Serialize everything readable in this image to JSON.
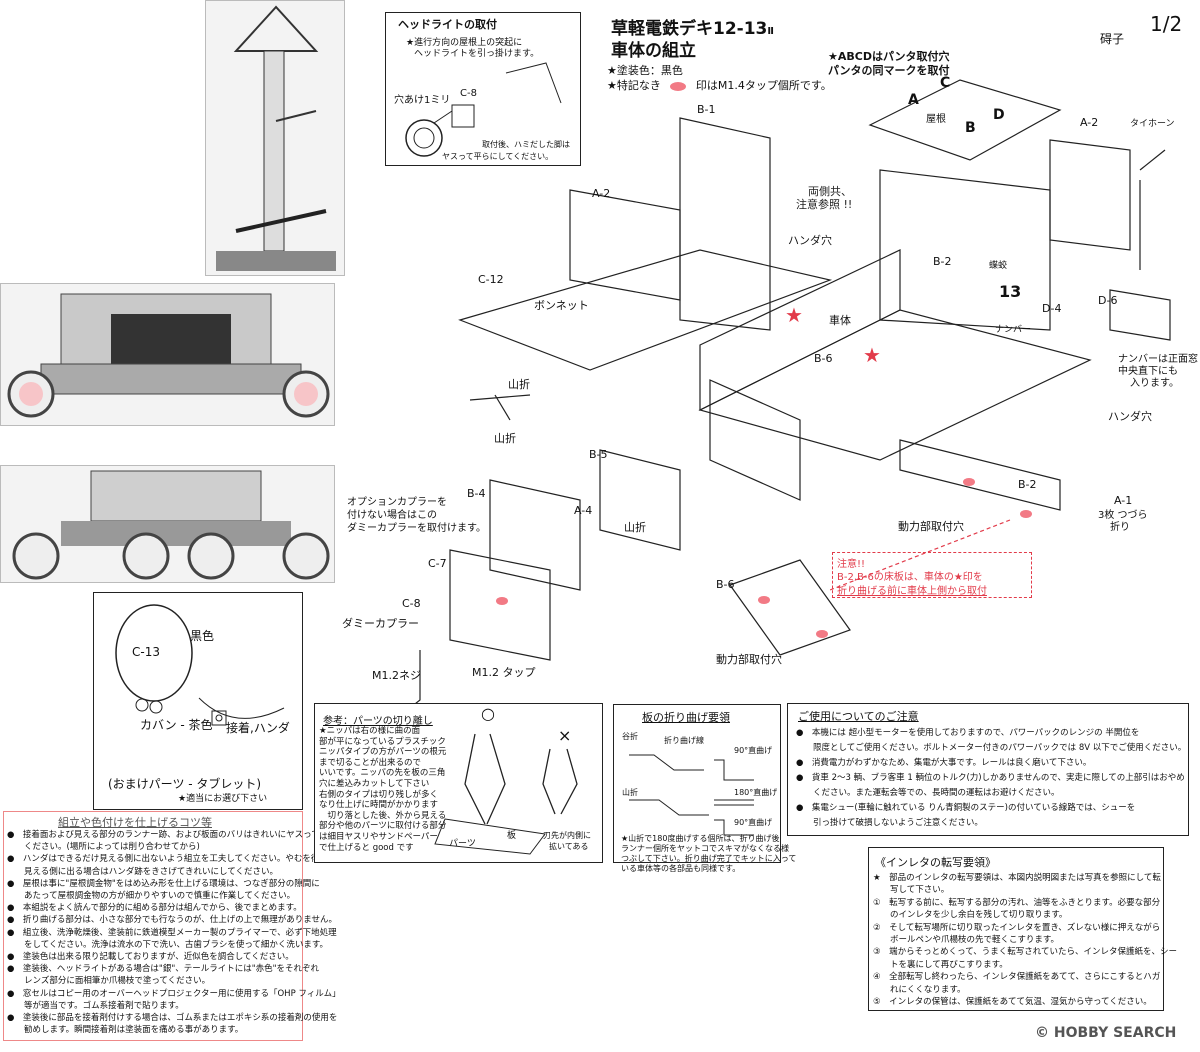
{
  "page": {
    "number": "1/2"
  },
  "title": {
    "line1": "草軽電鉄デキ12-13",
    "suffix": "Ⅱ",
    "line2": "車体の組立"
  },
  "legend": {
    "paint": "★塗装色：黒色",
    "tap_pre": "★特記なき",
    "tap_post": "印はM1.4タップ個所です。"
  },
  "pantograph_note": {
    "line1": "★ABCDはパンタ取付穴",
    "line2": "パンタの同マークを取付"
  },
  "headlight": {
    "title": "ヘッドライトの取付",
    "desc1": "★進行方向の屋根上の突起に",
    "desc2": "ヘッドライトを引っ掛けます。",
    "hole": "穴あけ1ミリ",
    "part": "C-8",
    "tip1": "取付後、ハミだした脚は",
    "tip2": "ヤスって平らにしてください。"
  },
  "labels": {
    "b1": "B-1",
    "a2_left": "A-2",
    "c12": "C-12",
    "bonnet": "ボンネット",
    "handa_hole": "ハンダ穴",
    "both_sides1": "両側共、",
    "both_sides2": "注意参照 !!",
    "body": "車体",
    "b6_top": "B-6",
    "b2_top": "B-2",
    "hinge": "蝶蛟",
    "number13": "13",
    "number_plate": "ナンバー",
    "d4": "D-4",
    "d6": "D-6",
    "insulator": "碍子",
    "a2_right": "A-2",
    "roof": "屋根",
    "whistle": "タイホーン",
    "a": "A",
    "b": "B",
    "c": "C",
    "d": "D",
    "mountain_fold1": "山折",
    "mountain_fold2": "山折",
    "mountain_fold3": "山折",
    "b5": "B-5",
    "b4": "B-4",
    "a4": "A-4",
    "c7": "C-7",
    "c8": "C-8",
    "handa_hole_r": "ハンダ穴",
    "b2_right": "B-2",
    "b6_bottom": "B-6",
    "motor_mount1": "動力部取付穴",
    "motor_mount2": "動力部取付穴",
    "a1_1": "A-1",
    "a1_2": "3枚 つづら",
    "a1_3": "折り",
    "dummy_coupler": "ダミーカプラー",
    "m12_screw": "M1.2ネジ",
    "m12_tap": "M1.2 タップ",
    "number_note1": "ナンバーは正面窓",
    "number_note2": "中央直下にも",
    "number_note3": "入ります。"
  },
  "option_coupler": {
    "line1": "オプションカプラーを",
    "line2": "付けない場合はこの",
    "line3": "ダミーカプラーを取付けます。"
  },
  "caution": {
    "line1": "注意!!",
    "line2": "B-2,B-6の床板は、車体の★印を",
    "line3": "折り曲げる前に車体上側から取付"
  },
  "bonus": {
    "part": "C-13",
    "black": "黒色",
    "brown": "カバン - 茶色",
    "glue": "接着,ハンダ",
    "title": "(おまけパーツ - タブレット)",
    "note": "★適当にお選び下さい"
  },
  "cutting": {
    "title": "参考：パーツの切り離し",
    "body": [
      "★ニッパは右の様に曲の面",
      "部が平になっているプラスチック",
      "ニッパタイプの方がパーツの根元",
      "まで切ることが出来るので",
      "いいです。ニッパの先を板の三角",
      "穴に差込みカットして下さい",
      "右側のタイプは切り残しが多く",
      "なり仕上げに時間がかかります",
      "　切り落とした後、外から見える",
      "部分や他のパーツに取付ける部分",
      "は細目ヤスリやサンドペーパー",
      "で仕上げると good です"
    ],
    "ok": "○",
    "ng": "×",
    "parts": "パーツ",
    "plate": "板",
    "ng_note1": "刃先が内側に",
    "ng_note2": "拡いてある"
  },
  "bending": {
    "title": "板の折り曲げ要領",
    "valley": "谷折",
    "fold_line": "折り曲げ線",
    "deg90": "90°直曲げ",
    "mountain": "山折",
    "deg180": "180°直曲げ",
    "deg90b": "90°直曲げ",
    "note": [
      "★山折で180度曲げする個所は、折り曲げ後",
      "ランナー個所をヤットコでスキマがなくなる様",
      "つぶして下さい。折り曲げ完了でキットに入って",
      "いる車体等の各部品も同様です。"
    ]
  },
  "usage": {
    "title": "ご使用についてのご注意",
    "items": [
      "●　本機には 超小型モーターを使用しておりますので、パワーパックのレンジの 半開位を",
      "　　限度としてご使用ください。ボルトメーター付きのパワーパックでは 8V 以下でご使用ください。",
      "●　消費電力がわずかなため、集電が大事です。レールは良く磨いて下さい。",
      "●　貨車 2～3 輌、ブラ客車 1 輌位のトルク(力)しかありませんので、実走に際しての上部引はおやめ",
      "　　ください。また運転会等での、長時間の運転はお避けください。",
      "●　集電シュー(車輪に触れている りん青銅製のステー)の付いている線路では、シューを",
      "　　引っ掛けて破損しないようご注意ください。"
    ]
  },
  "inleta": {
    "title": "《インレタの転写要領》",
    "items": [
      "★　部品のインレタの転写要領は、本図内説明図または写真を参照にして転",
      "　　写して下さい。",
      "①　転写する前に、転写する部分の汚れ、油等をふきとります。必要な部分",
      "　　のインレタを少し余白を残して切り取ります。",
      "②　そして転写場所に切り取ったインレタを置き、ズレない様に押えながら",
      "　　ボールペンや爪楊枝の先で軽くこすります。",
      "③　端からそっとめくって、うまく転写されていたら、インレタ保護紙を、シー",
      "　　トを裏にして再びこすります。",
      "④　全部転写し終わったら、インレタ保護紙をあてて、さらにこするとハガ",
      "　　れにくくなります。",
      "⑤　インレタの保管は、保護紙をあてて気温、湿気から守ってください。"
    ]
  },
  "assembly_tips": {
    "title": "組立や色付けを仕上げるコツ等",
    "items": [
      "●　接着面および見える部分のランナー跡、および板面のバリはきれいにヤスって",
      "　　ください。(場所によっては削り合わせてから)",
      "●　ハンダはできるだけ見える側に出ないよう組立を工夫してください。やむを得ず",
      "　　見える側に出る場合はハンダ跡をきさげてきれいにしてください。",
      "●　屋根は事に\"屋根調金物\"をはめ込み形を仕上げる環境は、つなぎ部分の隙間に",
      "　　あたって屋根調金物の方が細かりやすいので慎重に作業してください。",
      "●　本組説をよく読んで部分的に組める部分は組んでから、後でまとめます。",
      "●　折り曲げる部分は、小さな部分でも行なうのが、仕上げの上で無理がありません。",
      "●　組立後、洗浄乾燥後、塗装前に鉄道模型メーカー製のプライマーで、必ず下地処理",
      "　　をしてください。洗浄は流水の下で洗い、古歯ブラシを使って細かく洗います。",
      "●　塗装色は出来る限り記載しておりますが、近似色を調合してください。",
      "●　塗装後、ヘッドライトがある場合は\"銀\"、テールライトには\"赤色\"をそれぞれ",
      "　　レンズ部分に面相筆か爪楊枝で塗ってください。",
      "●　窓セルはコピー用のオーバーヘッドプロジェクター用に使用する「OHP フィルム」",
      "　　等が適当です。ゴム系接着剤で貼ります。",
      "●　塗装後に部品を接着剤付けする場合は、ゴム系またはエポキシ系の接着剤の使用を",
      "　　勧めします。瞬間接着剤は塗装面を痛める事があります。"
    ]
  },
  "watermark": {
    "copyright": "©",
    "brand": "HOBBY SEARCH"
  },
  "colors": {
    "red": "#e23b4a",
    "pink": "#f27a85",
    "ink": "#111111"
  }
}
